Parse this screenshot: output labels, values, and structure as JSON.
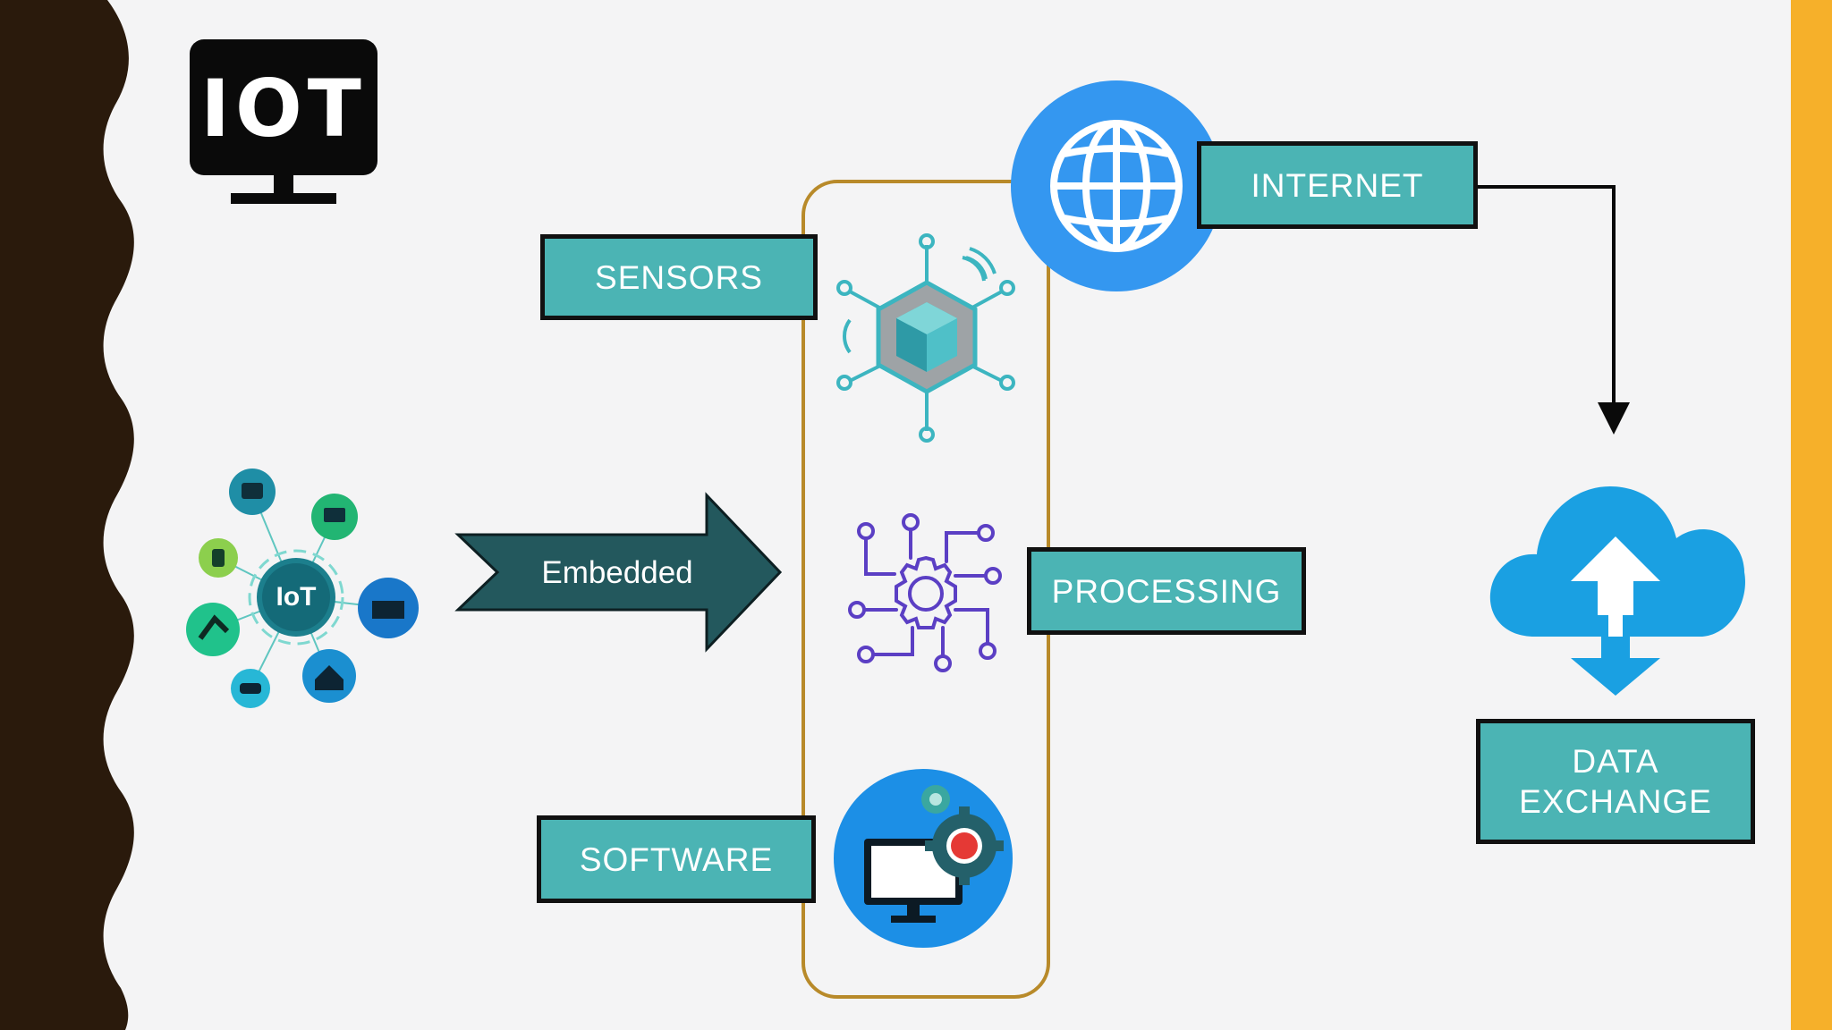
{
  "logo": {
    "text": "IOT",
    "icon": "monitor-icon"
  },
  "hub": {
    "text": "IoT",
    "icon": "iot-network-icon"
  },
  "embedded": {
    "label": "Embedded"
  },
  "sensors": {
    "label": "SENSORS",
    "icon": "sensor-chip-icon"
  },
  "processing": {
    "label": "PROCESSING",
    "icon": "gear-circuit-icon"
  },
  "software": {
    "label": "SOFTWARE",
    "icon": "computer-gear-icon"
  },
  "internet": {
    "label": "INTERNET",
    "icon": "globe-icon"
  },
  "data_exchange": {
    "line1": "DATA",
    "line2": "EXCHANGE",
    "icon": "cloud-transfer-icon"
  },
  "colors": {
    "teal_box": "#4bb4b4",
    "arrow": "#23585d",
    "tube": "#b88a2a",
    "accent_yellow": "#f6b02a",
    "left_band": "#2a1a0c",
    "globe_blue": "#3497f0",
    "cloud_blue": "#1aa0e2"
  }
}
